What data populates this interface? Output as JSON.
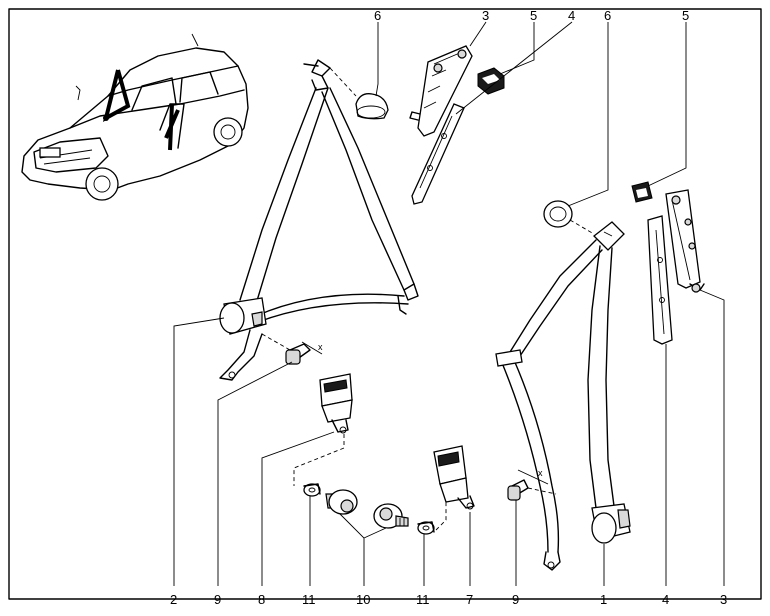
{
  "callouts": {
    "top": [
      {
        "id": "t6a",
        "text": "6"
      },
      {
        "id": "t3a",
        "text": "3"
      },
      {
        "id": "t5a",
        "text": "5"
      },
      {
        "id": "t4a",
        "text": "4"
      },
      {
        "id": "t6b",
        "text": "6"
      },
      {
        "id": "t5b",
        "text": "5"
      }
    ],
    "bottom": [
      {
        "id": "b2",
        "text": "2"
      },
      {
        "id": "b9a",
        "text": "9"
      },
      {
        "id": "b8",
        "text": "8"
      },
      {
        "id": "b11a",
        "text": "11"
      },
      {
        "id": "b10",
        "text": "10"
      },
      {
        "id": "b11b",
        "text": "11"
      },
      {
        "id": "b7",
        "text": "7"
      },
      {
        "id": "b9b",
        "text": "9"
      },
      {
        "id": "b1",
        "text": "1"
      },
      {
        "id": "b4",
        "text": "4"
      },
      {
        "id": "b3",
        "text": "3"
      }
    ]
  },
  "marks": {
    "x_left": "x",
    "x_right": "x"
  }
}
